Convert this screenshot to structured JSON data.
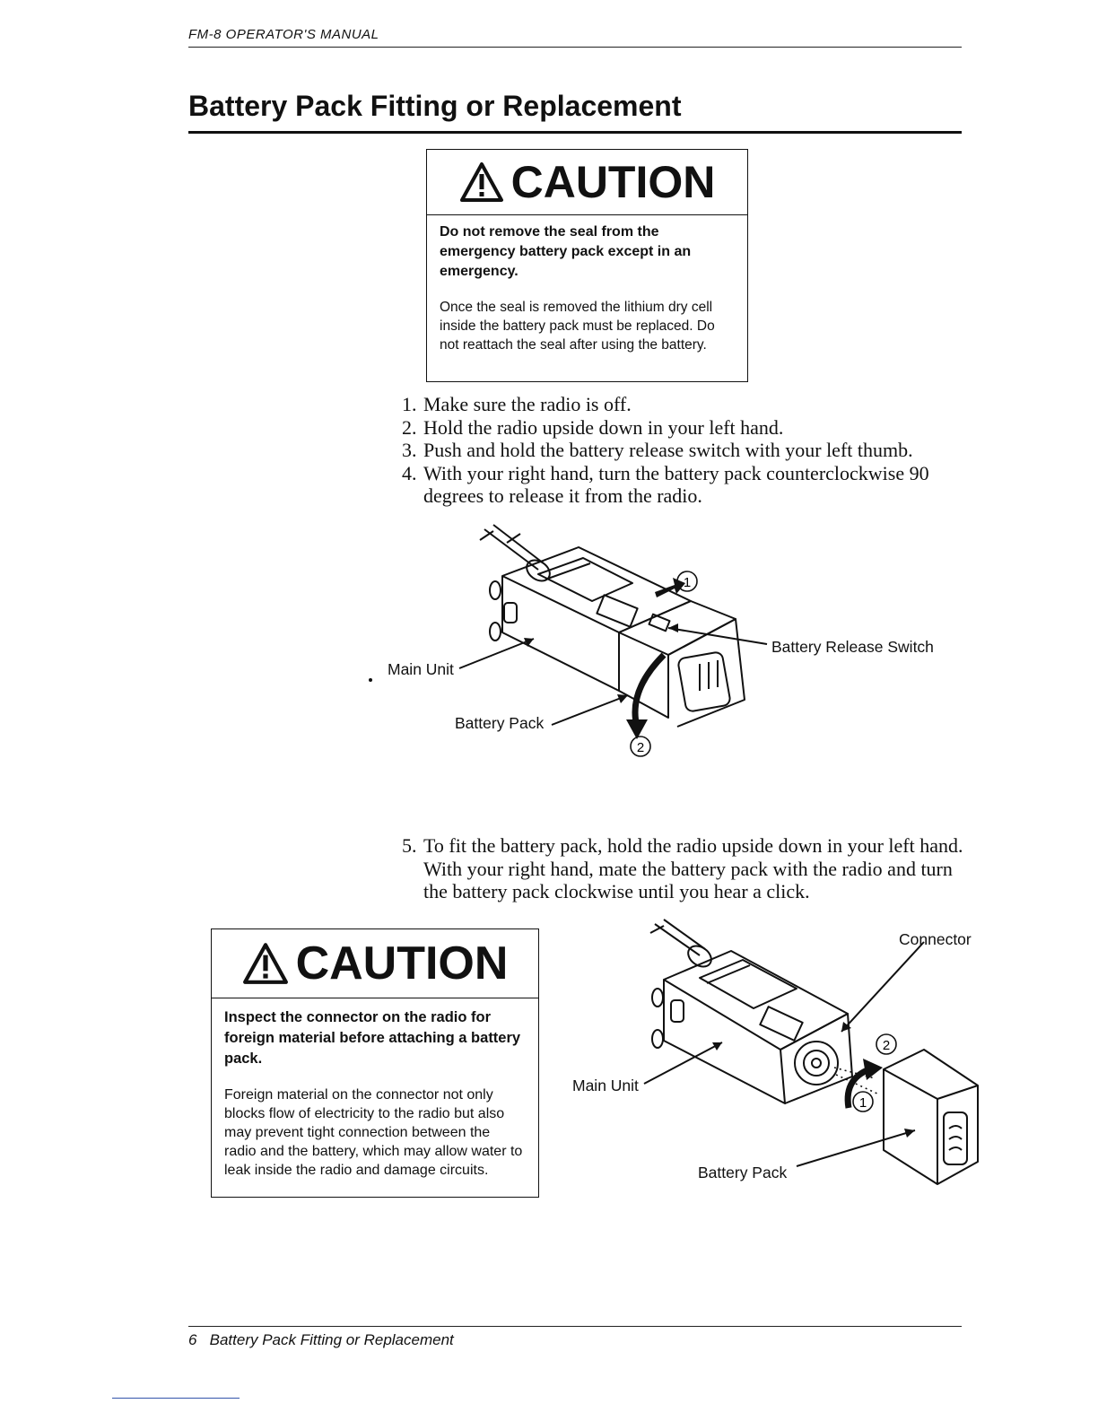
{
  "header": {
    "text": "FM-8 OPERATOR'S MANUAL"
  },
  "title": "Battery Pack Fitting or Replacement",
  "caution1": {
    "heading": "CAUTION",
    "bold": "Do not remove the seal from the emergency battery pack except in an emergency.",
    "body": "Once the seal is removed the lithium dry cell inside the battery pack must be replaced. Do not reattach the seal after using the battery."
  },
  "steps": [
    {
      "num": "1.",
      "text": "Make sure the radio is off."
    },
    {
      "num": "2.",
      "text": "Hold the radio upside down in your left hand."
    },
    {
      "num": "3.",
      "text": "Push and hold the battery release switch with your left thumb."
    },
    {
      "num": "4.",
      "text": "With your right hand, turn the battery pack counterclockwise 90 degrees to release it from the radio."
    },
    {
      "num": "5.",
      "text": "To fit the battery pack, hold the radio upside down in your left hand. With your right hand, mate the battery pack with the radio and turn the battery pack clockwise until you hear a click."
    }
  ],
  "figure1": {
    "labels": {
      "main_unit": "Main Unit",
      "battery_pack": "Battery Pack",
      "release_switch": "Battery Release Switch",
      "callout_1": "1",
      "callout_2": "2"
    }
  },
  "caution2": {
    "heading": "CAUTION",
    "bold": "Inspect the connector on the radio for foreign material before attaching a battery pack.",
    "body": "Foreign material on the connector not only blocks flow of electricity to the radio but also may prevent tight connection between the radio and the battery, which may allow water to leak inside the radio and damage circuits."
  },
  "figure2": {
    "labels": {
      "connector": "Connector",
      "main_unit": "Main Unit",
      "battery_pack": "Battery Pack",
      "callout_1": "1",
      "callout_2": "2"
    }
  },
  "footer": {
    "page": "6",
    "text": "Battery Pack Fitting or Replacement"
  }
}
